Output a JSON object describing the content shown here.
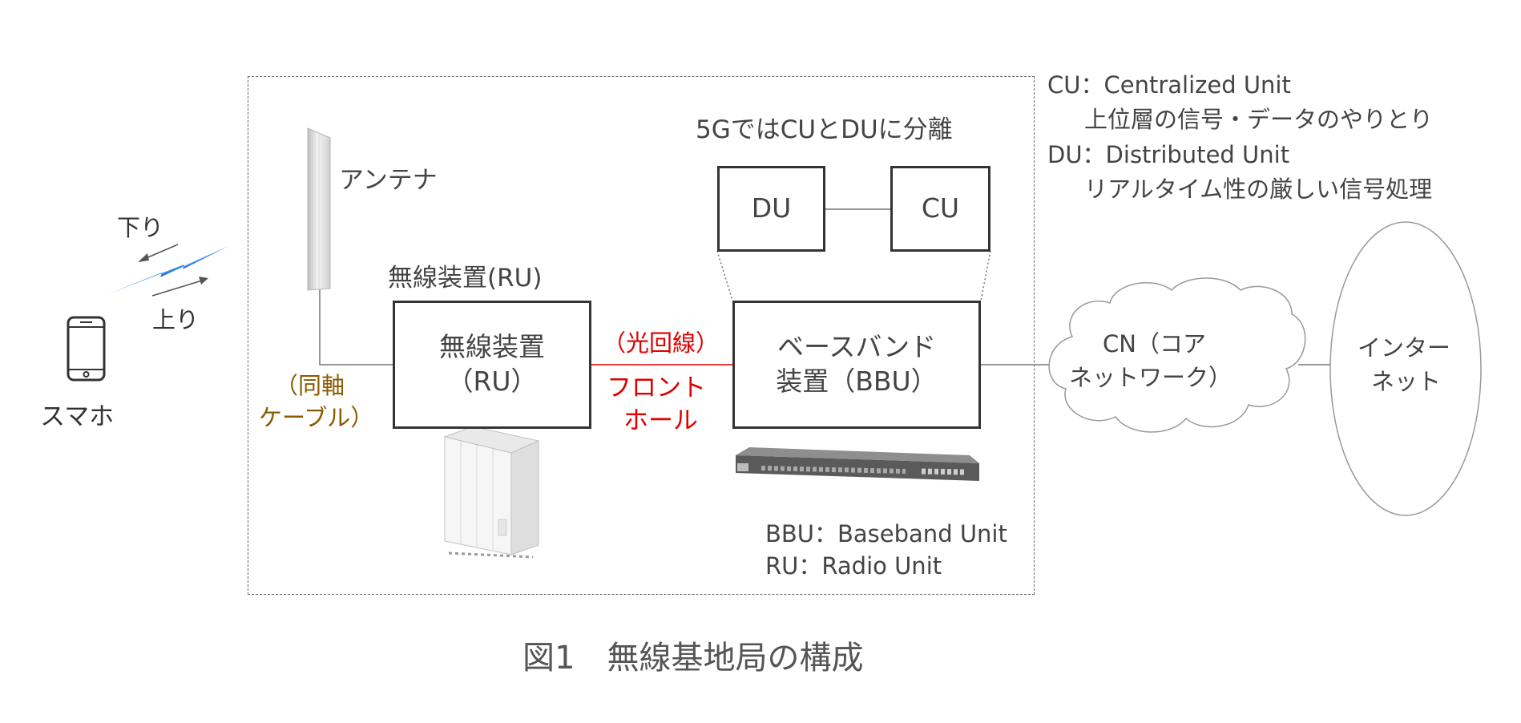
{
  "figure_caption": "図1　無線基地局の構成",
  "phone": {
    "label": "スマホ"
  },
  "link": {
    "downlink_label": "下り",
    "uplink_label": "上り"
  },
  "antenna": {
    "label": "アンテナ"
  },
  "coax_cable": {
    "line1": "（同軸",
    "line2": "ケーブル）"
  },
  "ru": {
    "title": "無線装置(RU)",
    "line1": "無線装置",
    "line2": "（RU）"
  },
  "fronthaul": {
    "line1": "（光回線）",
    "line2": "フロント",
    "line3": "ホール"
  },
  "split": {
    "heading": "5GではCUとDUに分離",
    "du": "DU",
    "cu": "CU"
  },
  "bbu": {
    "line1": "ベースバンド",
    "line2": "装置（BBU）"
  },
  "abbreviations": {
    "bbu": "BBU：Baseband Unit",
    "ru": "RU：Radio Unit",
    "cu_name": "CU：Centralized Unit",
    "cu_desc": "上位層の信号・データのやりとり",
    "du_name": "DU：Distributed Unit",
    "du_desc": "リアルタイム性の厳しい信号処理"
  },
  "core_network": {
    "line1": "CN（コア",
    "line2": "ネットワーク）"
  },
  "internet": {
    "line1": "インター",
    "line2": "ネット"
  },
  "colors": {
    "fronthaul_red": "#e00000",
    "coax_brown": "#8a5a00",
    "signal_blue": "#2f7fe0",
    "line_gray": "#777777"
  }
}
